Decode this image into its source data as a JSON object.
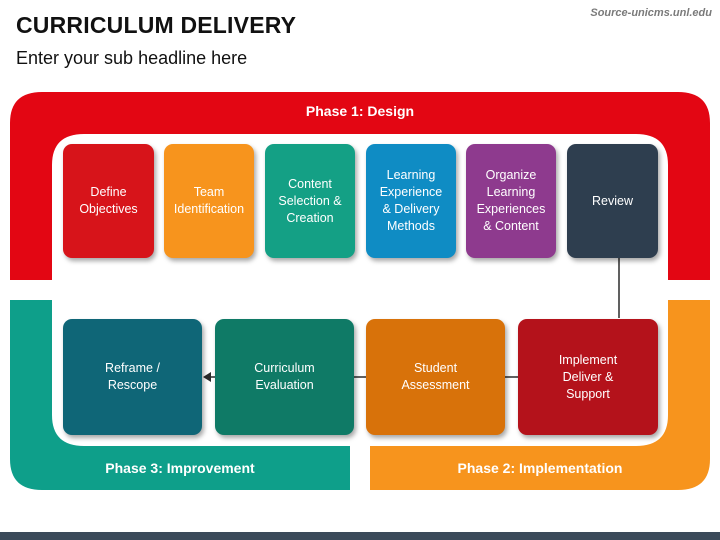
{
  "header": {
    "title": "CURRICULUM DELIVERY",
    "subtitle": "Enter your sub headline here",
    "source": "Source-unicms.unl.edu"
  },
  "phases": [
    {
      "label": "Phase 1: Design",
      "color": "#e30613"
    },
    {
      "label": "Phase 2: Implementation",
      "color": "#f7941d"
    },
    {
      "label": "Phase 3: Improvement",
      "color": "#0e9f8a"
    }
  ],
  "steps": [
    {
      "label": "Define\nObjectives",
      "color": "#d7141a"
    },
    {
      "label": "Team\nIdentification",
      "color": "#f7941d"
    },
    {
      "label": "Content\nSelection &\nCreation",
      "color": "#14a085"
    },
    {
      "label": "Learning\nExperience\n& Delivery\nMethods",
      "color": "#0f8cc4"
    },
    {
      "label": "Organize\nLearning\nExperiences\n& Content",
      "color": "#8e3a8e"
    },
    {
      "label": "Review",
      "color": "#2e3e4f"
    },
    {
      "label": "Implement\nDeliver &\nSupport",
      "color": "#b4121b"
    },
    {
      "label": "Student\nAssessment",
      "color": "#d8720a"
    },
    {
      "label": "Curriculum\nEvaluation",
      "color": "#0f7a66"
    },
    {
      "label": "Reframe /\nRescope",
      "color": "#0f6677"
    }
  ]
}
